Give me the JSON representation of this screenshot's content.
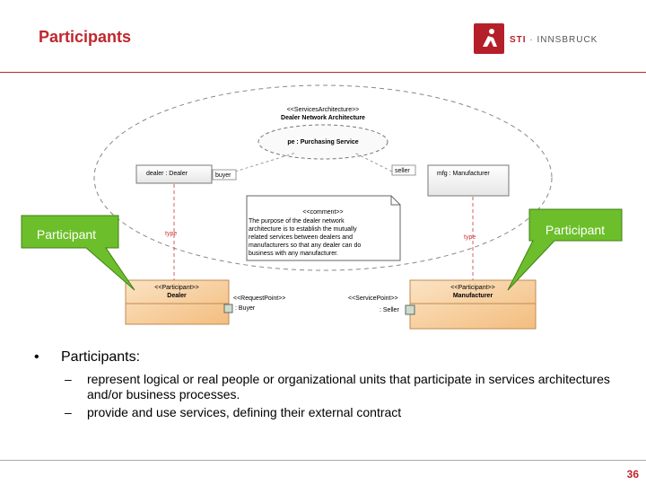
{
  "header": {
    "title": "Participants",
    "logo_brand": "STI",
    "logo_sub": "INNSBRUCK"
  },
  "diagram": {
    "architecture_stereotype": "<<ServicesArchitecture>>",
    "architecture_name": "Dealer Network Architecture",
    "collaboration": "pe : Purchasing Service",
    "part_dealer": "dealer : Dealer",
    "part_mfg": "mfg : Manufacturer",
    "role_buyer": "buyer",
    "role_seller": "seller",
    "comment_stereotype": "<<comment>>",
    "comment_lines": [
      "The purpose of the dealer network",
      "architecture is to establish the mutually",
      "related services between dealers and",
      "manufacturers so that any dealer can do",
      "business with any manufacturer."
    ],
    "type_left": "type",
    "type_right": "type",
    "dealer_stereotype": "<<Participant>>",
    "dealer_name": "Dealer",
    "mfr_stereotype": "<<Participant>>",
    "mfr_name": "Manufacturer",
    "request_port_stereotype": "<<RequestPoint>>",
    "request_port_name": ": Buyer",
    "service_port_stereotype": "<<ServicePoint>>",
    "service_port_name": ": Seller",
    "callout_left": "Participant",
    "callout_right": "Participant"
  },
  "content": {
    "bullet": "Participants:",
    "subs": [
      "represent logical or real people or organizational units that participate in services architectures and/or business processes.",
      "provide and use services, defining their external contract"
    ]
  },
  "colors": {
    "accent": "#c0262d",
    "callout_green": "#6cbf2a",
    "participant_fill": "#f7c98b"
  },
  "footer": {
    "page_number": "36"
  }
}
